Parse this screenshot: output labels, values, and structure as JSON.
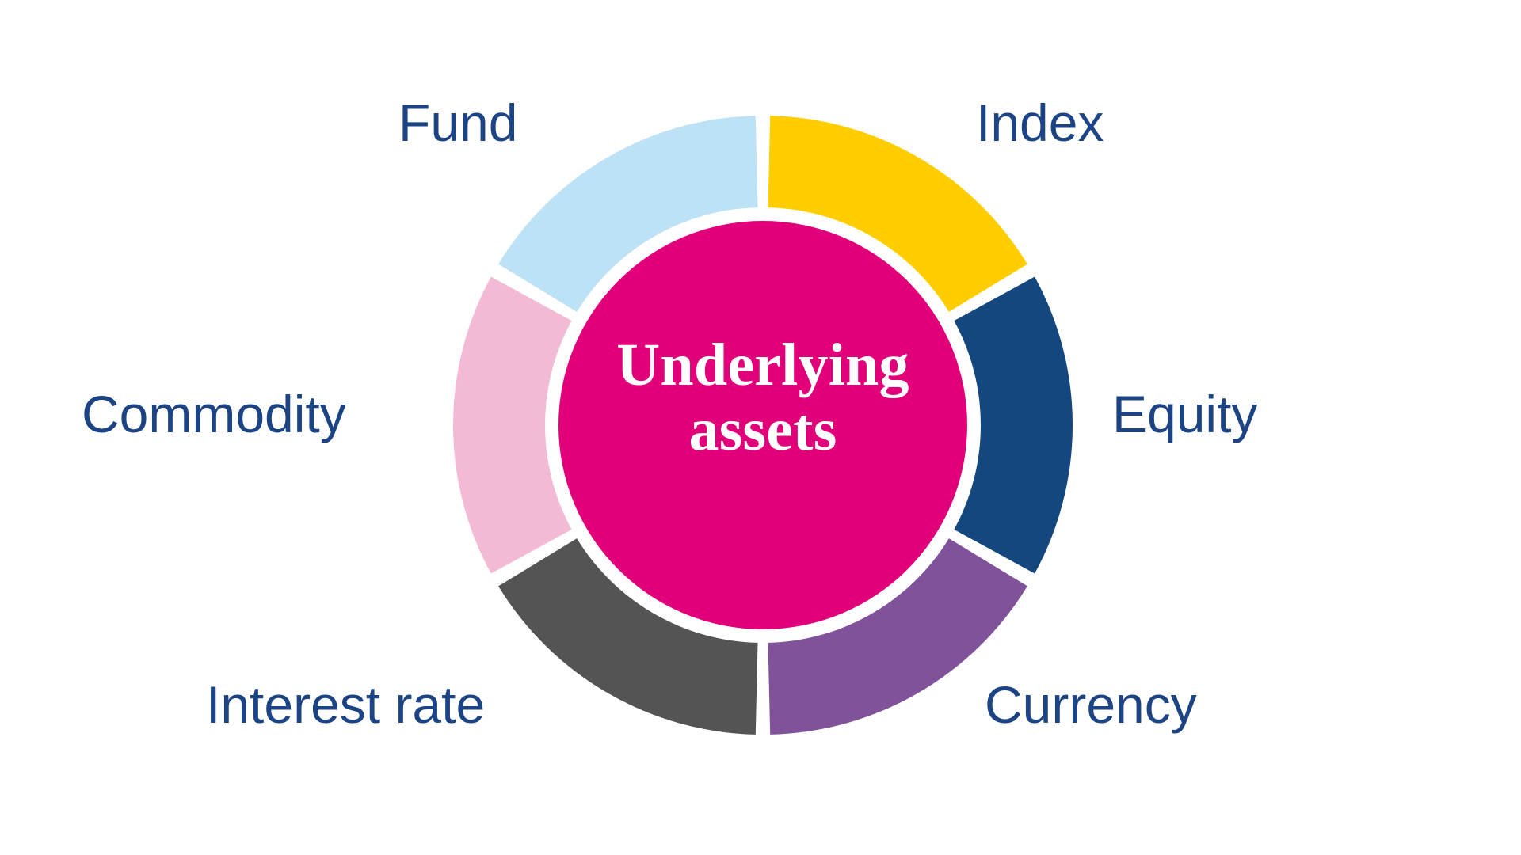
{
  "figure": {
    "title": "Underlying assets donut diagram",
    "background_color": "#ffffff",
    "center": {
      "line1": "Underlying",
      "line2": "assets",
      "fill_color": "#e2007a",
      "text_color": "#ffffff"
    },
    "label_color": "#1c4484",
    "gap_color": "#ffffff"
  },
  "chart_data": {
    "type": "pie",
    "title": "Underlying assets",
    "subtitle": "",
    "xlabel": "",
    "ylabel": "",
    "legend_position": "around-ring",
    "grid": false,
    "hole_ratio": 0.7,
    "start_angle_deg": 0,
    "direction": "clockwise",
    "categories": [
      "Index",
      "Equity",
      "Currency",
      "Interest rate",
      "Commodity",
      "Fund"
    ],
    "values": [
      1,
      1,
      1,
      1,
      1,
      1
    ],
    "percentages": [
      16.67,
      16.67,
      16.67,
      16.67,
      16.67,
      16.67
    ],
    "colors": [
      "#ffcd00",
      "#14477d",
      "#805299",
      "#545454",
      "#f3bad6",
      "#bde2f5"
    ],
    "segments": [
      {
        "label": "Index",
        "color": "#ffcd00",
        "start_deg": 0,
        "end_deg": 60,
        "value": 1,
        "percent": 16.67
      },
      {
        "label": "Equity",
        "color": "#14477d",
        "start_deg": 60,
        "end_deg": 120,
        "value": 1,
        "percent": 16.67
      },
      {
        "label": "Currency",
        "color": "#805299",
        "start_deg": 120,
        "end_deg": 180,
        "value": 1,
        "percent": 16.67
      },
      {
        "label": "Interest rate",
        "color": "#545454",
        "start_deg": 180,
        "end_deg": 240,
        "value": 1,
        "percent": 16.67
      },
      {
        "label": "Commodity",
        "color": "#f3bad6",
        "start_deg": 240,
        "end_deg": 300,
        "value": 1,
        "percent": 16.67
      },
      {
        "label": "Fund",
        "color": "#bde2f5",
        "start_deg": 300,
        "end_deg": 360,
        "value": 1,
        "percent": 16.67
      }
    ]
  },
  "labels": {
    "index": "Index",
    "equity": "Equity",
    "currency": "Currency",
    "interest_rate": "Interest rate",
    "commodity": "Commodity",
    "fund": "Fund"
  }
}
